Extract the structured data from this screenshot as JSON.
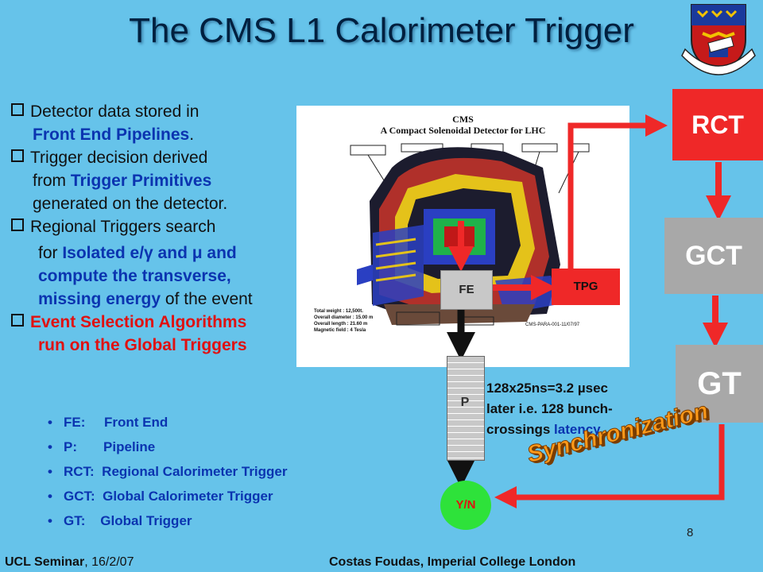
{
  "title": "The CMS L1 Calorimeter Trigger",
  "bullets": {
    "b1_line1": "Detector data stored in",
    "b1_line2": "Front End Pipelines",
    "b1_line2_end": ".",
    "b2_line1": "Trigger decision derived",
    "b2_line2_pre": "from ",
    "b2_line2_blue": "Trigger Primitives",
    "b2_line3": "generated on the detector.",
    "b3_line1": "Regional Triggers search",
    "b3_line2_pre": "for ",
    "b3_line2_blue": "Isolated e/γ and μ and",
    "b3_line3": "compute the transverse,",
    "b3_line4_blue": "missing energy",
    "b3_line4_rest": " of the event",
    "b4_line1": "Event Selection Algorithms",
    "b4_line2": "run on the Global Triggers"
  },
  "definitions": [
    "FE:     Front End",
    "P:       Pipeline",
    "RCT:  Regional Calorimeter Trigger",
    "GCT:  Global Calorimeter Trigger",
    "GT:    Global Trigger"
  ],
  "figure": {
    "heading1": "CMS",
    "heading2": "A  Compact  Solenoidal  Detector  for  LHC",
    "stats": [
      "Total weight  :  12,500t.",
      "Overall diameter :  15.00 m",
      "Overall length :  21.60 m",
      "Magnetic field  :  4 Tesla"
    ],
    "ref": "CMS-PARA-001-11/07/97"
  },
  "diagram": {
    "rct": "RCT",
    "gct": "GCT",
    "gt": "GT",
    "fe": "FE",
    "tpg": "TPG",
    "pipeline": "P",
    "decision": "Y/N",
    "latency_line1": "128x25ns=3.2 µsec",
    "latency_line2": "later i.e. 128 bunch-",
    "latency_line3_pre": "crossings ",
    "latency_line3_blue": "latency",
    "synchronization": "Synchronization"
  },
  "page_number": "8",
  "footer": {
    "left_pre": "UCL Seminar",
    "left_post": ", 16/2/07",
    "right": "Costas Foudas, Imperial College London"
  },
  "colors": {
    "background": "#66c3ea",
    "red_box": "#ef2828",
    "grey_box": "#a8a8a8",
    "arrow_red": "#ef2828",
    "decision_green": "#2ee23a",
    "highlight_blue": "#0b34b0"
  },
  "icons": [
    "imperial-college-crest-icon",
    "checkbox-square-icon"
  ]
}
